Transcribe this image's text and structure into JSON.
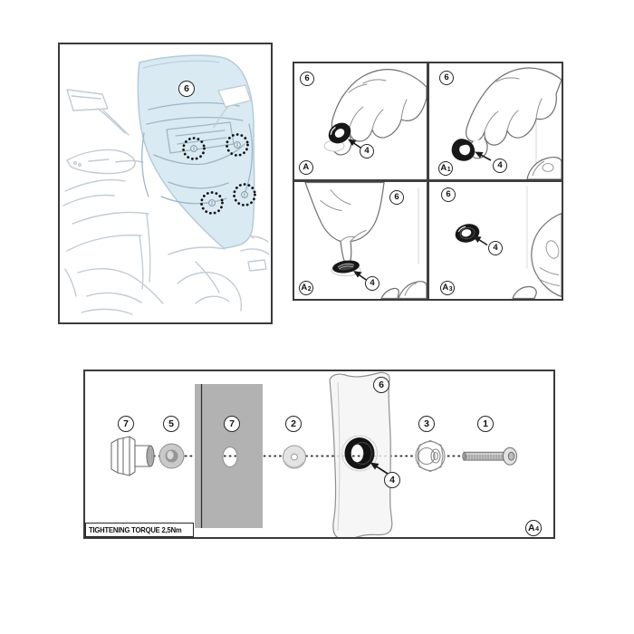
{
  "overview": {
    "windscreen_label": "6"
  },
  "steps": [
    {
      "id_main": "A",
      "id_sub": "",
      "screen_label": "6",
      "grommet_label": "4"
    },
    {
      "id_main": "A",
      "id_sub": "1",
      "screen_label": "6",
      "grommet_label": "4"
    },
    {
      "id_main": "A",
      "id_sub": "2",
      "screen_label": "6",
      "grommet_label": "4"
    },
    {
      "id_main": "A",
      "id_sub": "3",
      "screen_label": "6",
      "grommet_label": "4"
    }
  ],
  "exploded": {
    "panel_id_main": "A",
    "panel_id_sub": "4",
    "torque_note": "TIGHTENING TORQUE 2,5Nm",
    "labels": {
      "nut": "7",
      "spacer": "5",
      "bracket_plate": "7",
      "washer": "2",
      "windscreen": "6",
      "grommet": "4",
      "well_nut": "3",
      "screw": "1"
    }
  },
  "colors": {
    "panel_border": "#3a3a3a",
    "windscreen_blue": "#d9eaf3",
    "bike_line_gray": "#c3ccd3",
    "detail_blue_gray": "#9db6c5",
    "bracket_gray": "#b2b2b2",
    "grommet_black": "#171717",
    "hand_outline_gray": "#6f6f6f"
  }
}
